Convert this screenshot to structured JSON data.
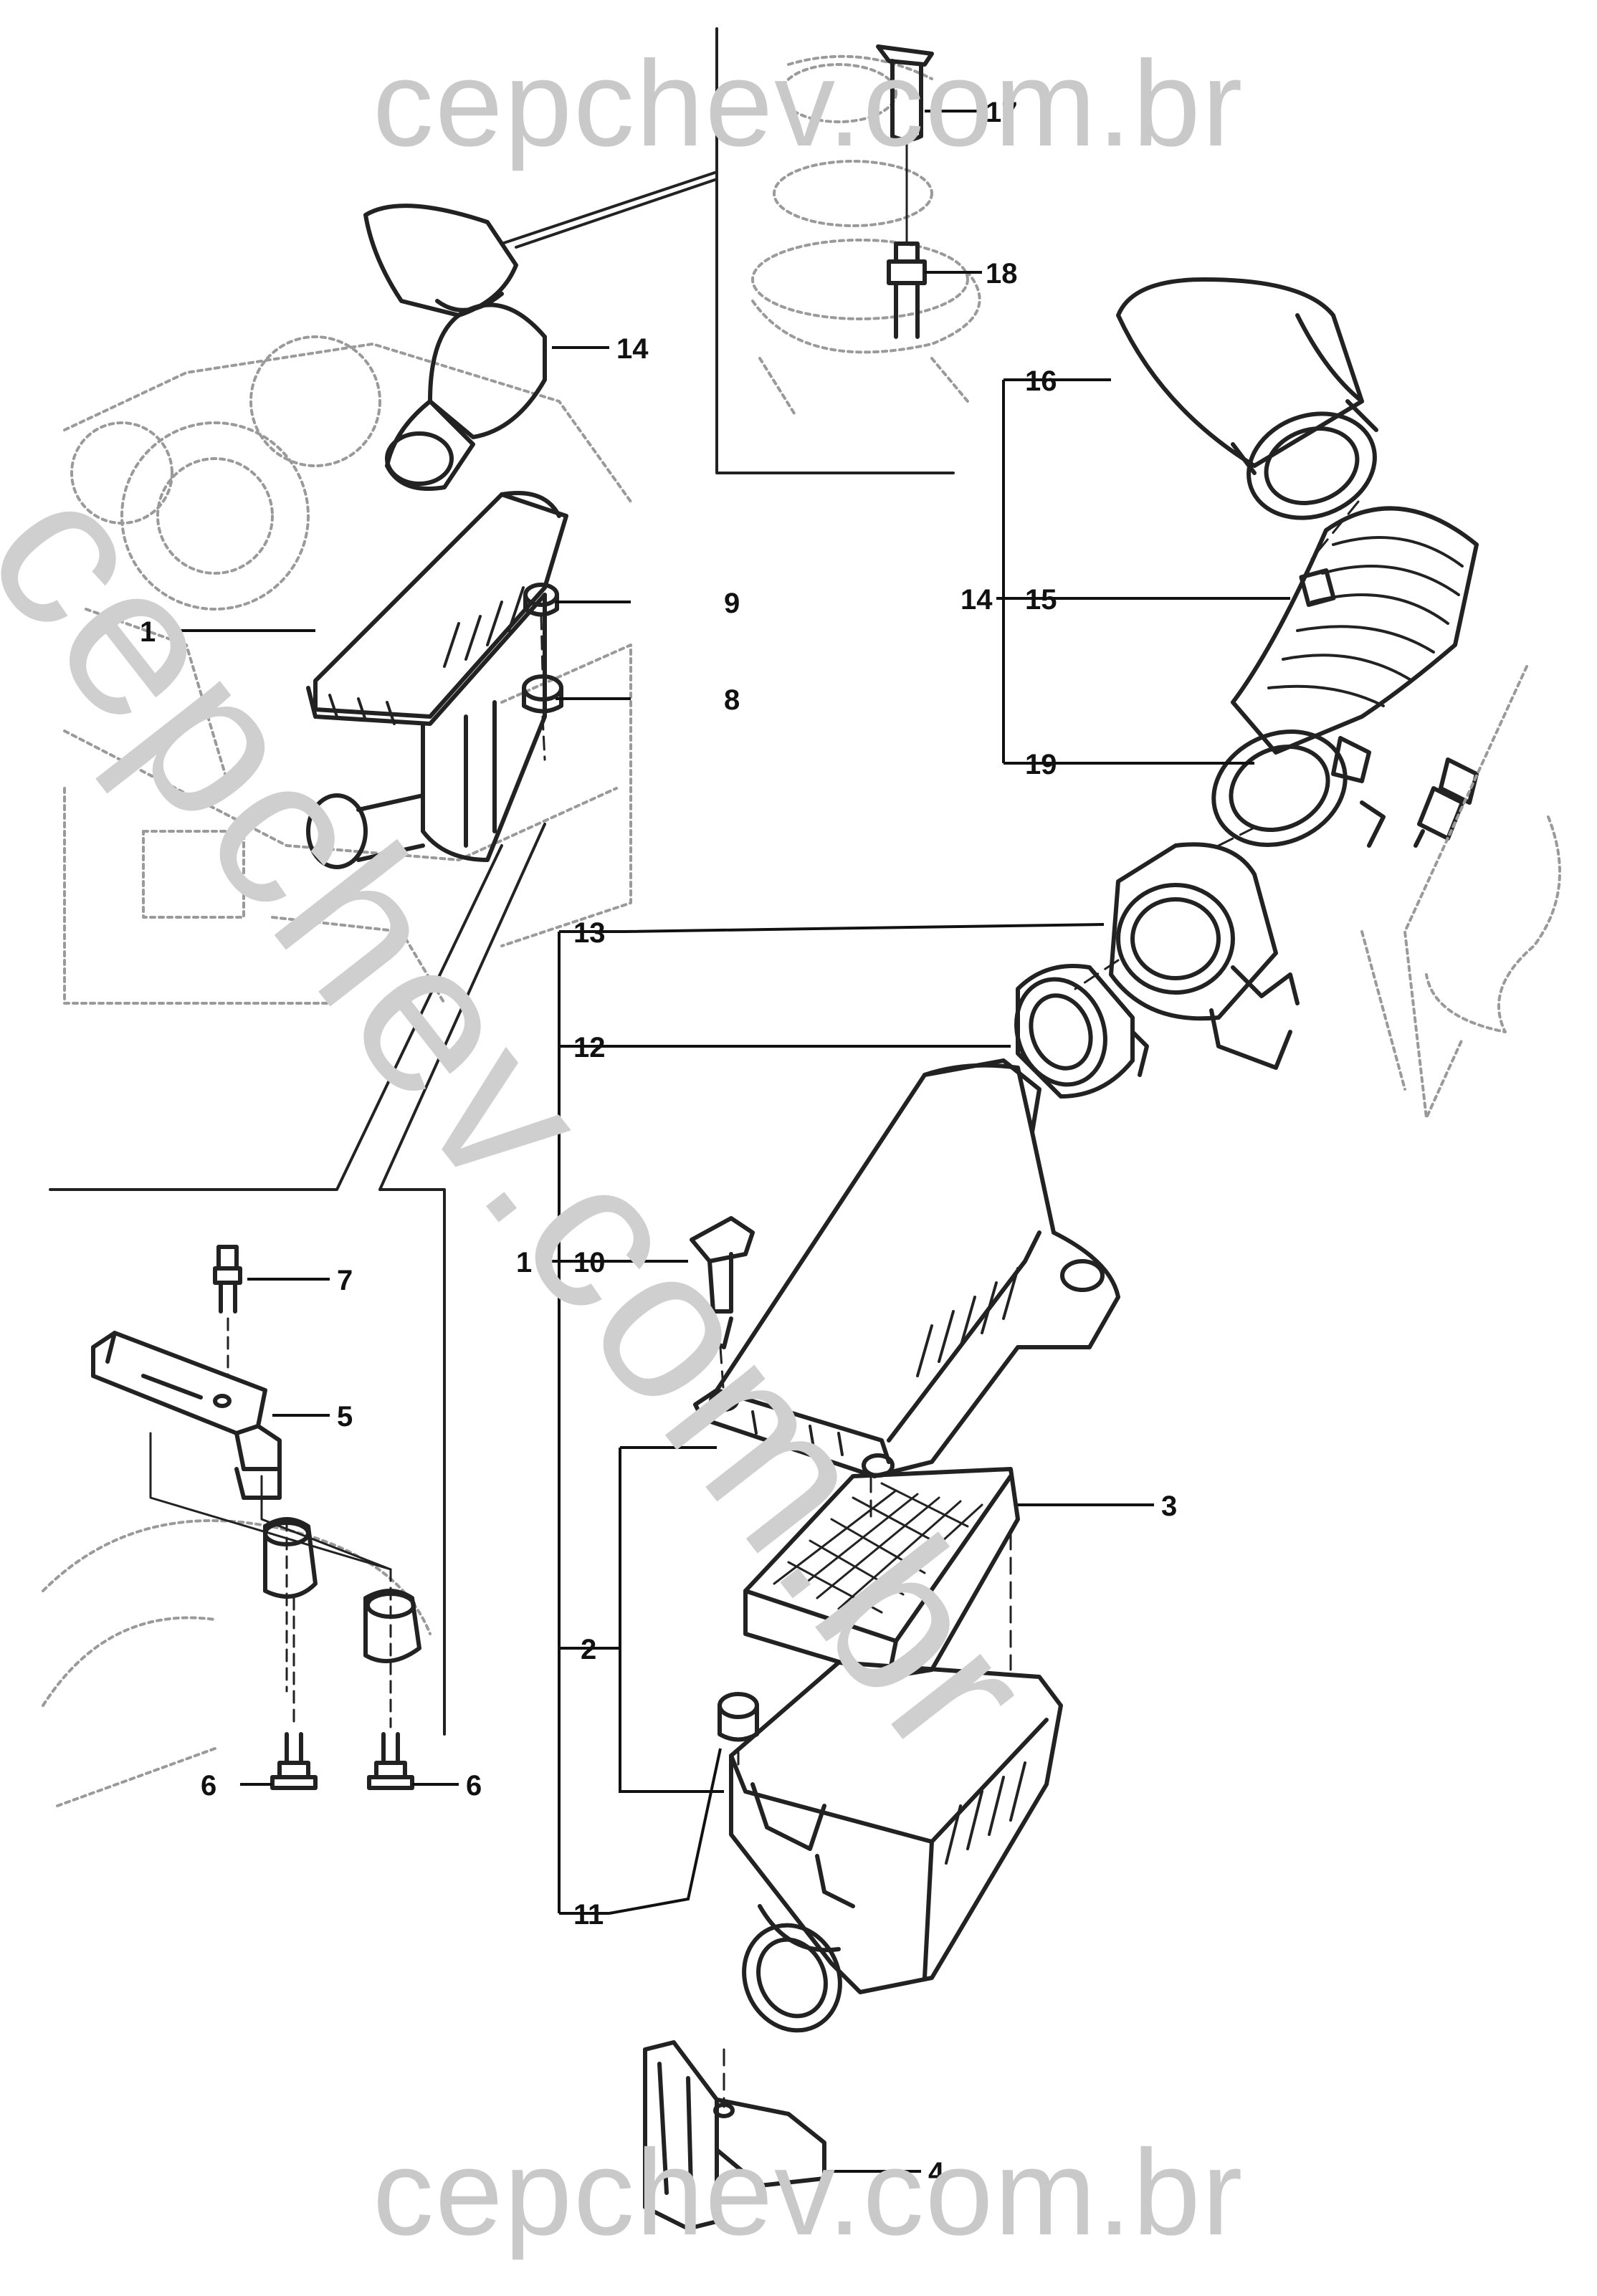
{
  "watermark": {
    "top": "cepchev.com.br",
    "diagonal": "cepchev.com.br",
    "bottom": "cepchev.com.br"
  },
  "callouts": {
    "c17": "17",
    "c18": "18",
    "c16": "16",
    "c15": "15",
    "c14_right": "14",
    "c19": "19",
    "c14_left": "14",
    "c1_top": "1",
    "c9": "9",
    "c8": "8",
    "c13": "13",
    "c12": "12",
    "c10": "10",
    "c1_mid": "1",
    "c7": "7",
    "c5": "5",
    "c3": "3",
    "c2": "2",
    "c6_left": "6",
    "c6_right": "6",
    "c11": "11",
    "c4": "4"
  }
}
